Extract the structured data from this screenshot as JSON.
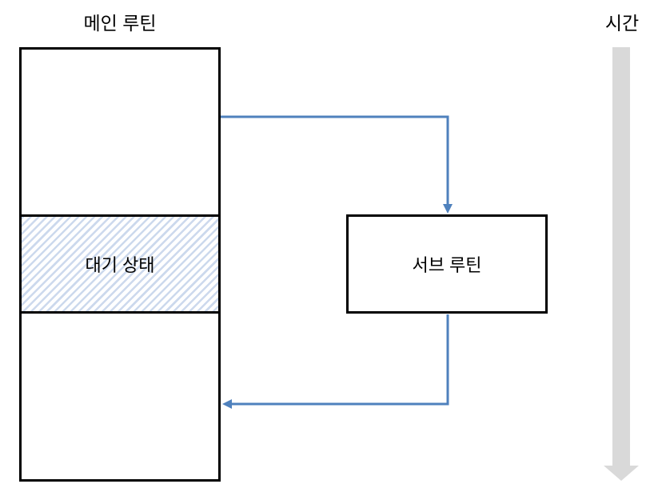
{
  "diagram": {
    "main_routine_label": "메인 루틴",
    "time_label": "시간",
    "waiting_state_label": "대기 상태",
    "sub_routine_label": "서브 루틴"
  },
  "colors": {
    "accent": "#4F81BD",
    "time-arrow-fill": "#D9D9D9",
    "hatch": "#CCD9ED",
    "box-border": "#000000",
    "text": "#000000"
  }
}
